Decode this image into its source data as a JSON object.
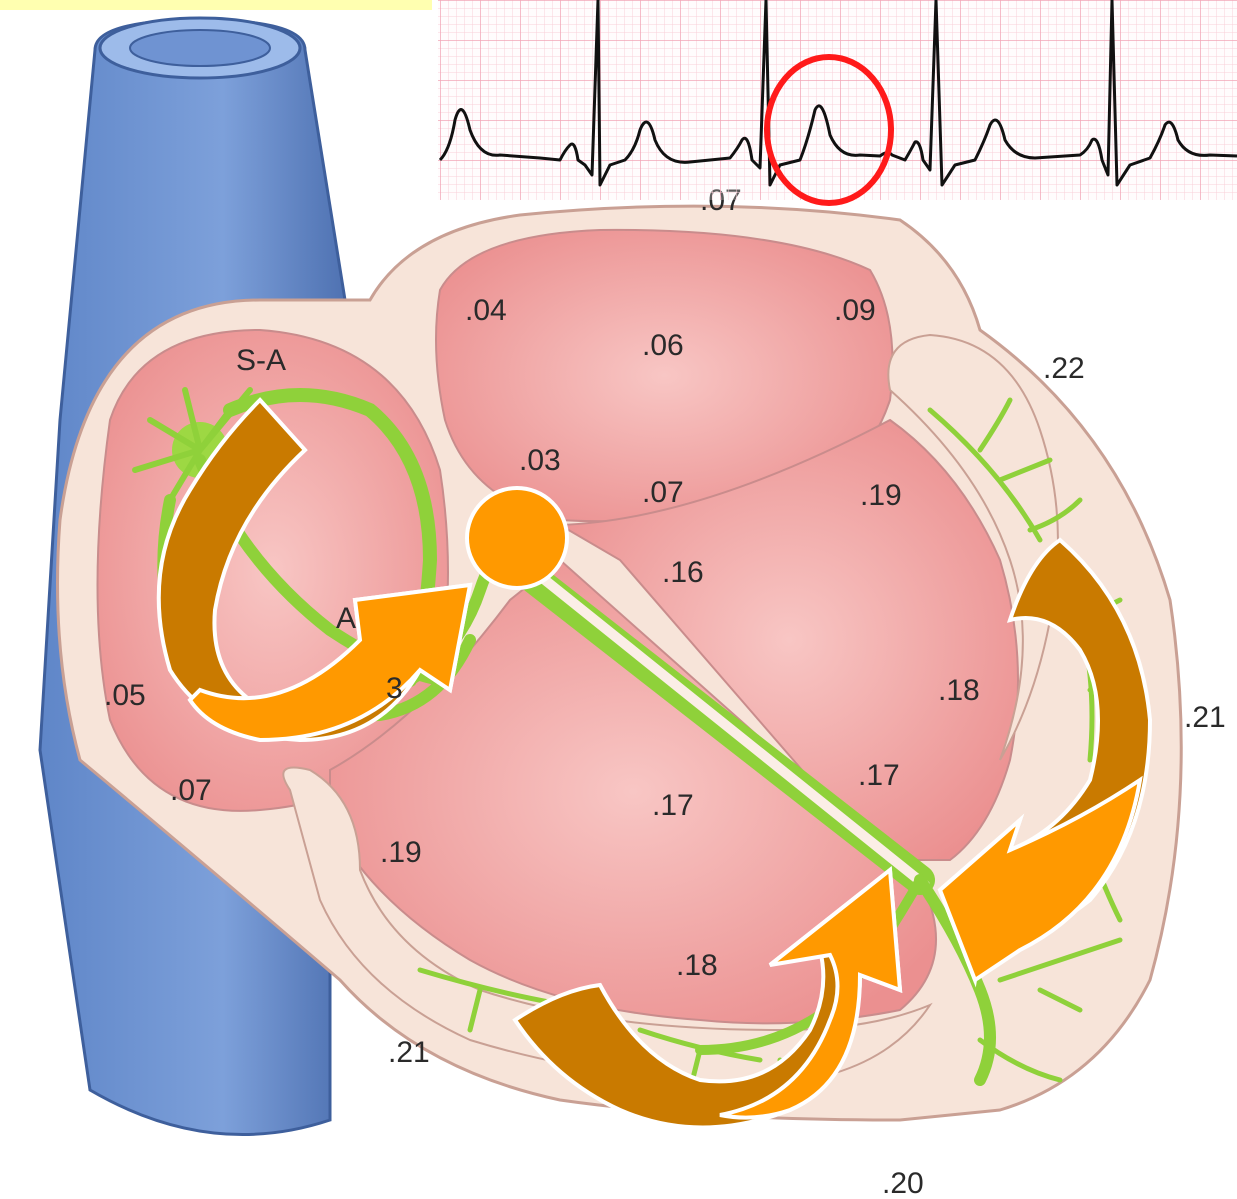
{
  "labels": {
    "sa_node": "S-A",
    "av_node_partial_a": "A",
    "av_node_partial_b": "3"
  },
  "timings": [
    ".07",
    ".04",
    ".06",
    ".09",
    ".22",
    ".03",
    ".07",
    ".19",
    ".16",
    ".05",
    ".18",
    ".21",
    ".07",
    ".17",
    ".17",
    ".19",
    ".18",
    ".21",
    ".20"
  ],
  "colors": {
    "vein": "#6a8fcf",
    "vein_dark": "#4a6aa8",
    "heart_outer": "#f7e6dc",
    "chamber": "#f2a8a8",
    "conduction": "#8fd13a",
    "arrow_dark": "#c97a00",
    "arrow_light": "#ff9900",
    "av_node_marker": "#ff9900",
    "ecg_grid": "#f3a3b4",
    "ecg_highlight": "#ff0000"
  },
  "ecg": {
    "highlighted_wave": "T"
  }
}
